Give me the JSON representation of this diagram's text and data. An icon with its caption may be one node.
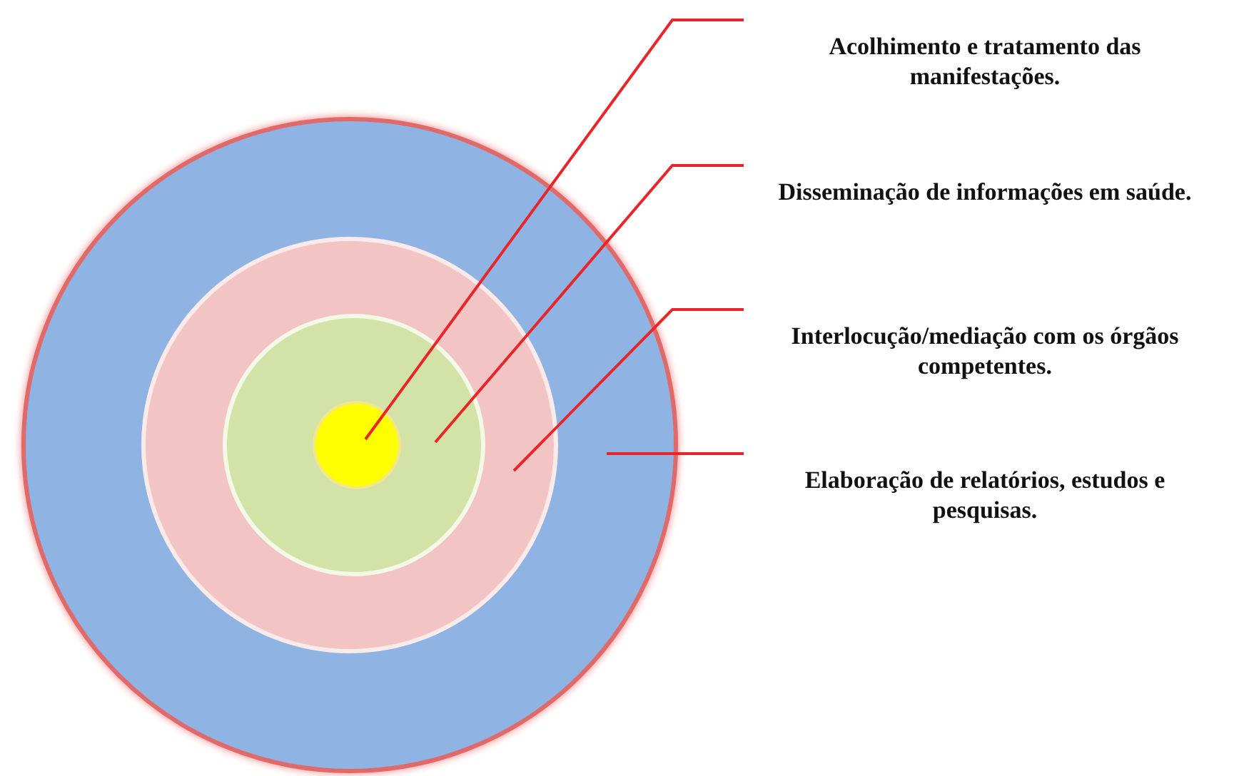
{
  "diagram": {
    "nodes": [
      {
        "text": [],
        "shape": "circle"
      },
      {
        "text": [],
        "shape": "circle",
        "in": 0
      },
      {
        "text": [],
        "shape": "circle",
        "in": 1
      },
      {
        "text": [],
        "shape": "circle",
        "in": 2
      },
      {
        "text": [
          "Acolhimento e tratamento das manifestações."
        ]
      },
      {
        "text": [
          "Disseminação de informações em saúde."
        ]
      },
      {
        "text": [
          "Interlocução/mediação com os órgãos competentes."
        ]
      },
      {
        "text": [
          "Elaboração de relatórios, estudos e pesquisas."
        ]
      }
    ],
    "edges": [
      {
        "from": 4,
        "to": 3,
        "arrow": "none"
      },
      {
        "from": 5,
        "to": 2,
        "arrow": "none"
      },
      {
        "from": 6,
        "to": 1,
        "arrow": "none"
      },
      {
        "from": 7,
        "to": 0,
        "arrow": "none"
      }
    ]
  }
}
